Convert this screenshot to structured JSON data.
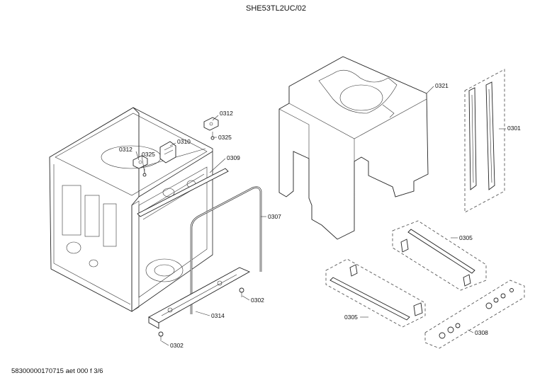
{
  "header": {
    "model": "SHE53TL2UC/02"
  },
  "footer": {
    "doc_ref": "58300000170715 aet 000 f 3/6"
  },
  "parts": {
    "p0301": "0301",
    "p0302a": "0302",
    "p0302b": "0302",
    "p0305a": "0305",
    "p0305b": "0305",
    "p0307": "0307",
    "p0308": "0308",
    "p0309": "0309",
    "p0310": "0310",
    "p0312a": "0312",
    "p0312b": "0312",
    "p0314": "0314",
    "p0321": "0321",
    "p0325a": "0325",
    "p0325b": "0325"
  }
}
